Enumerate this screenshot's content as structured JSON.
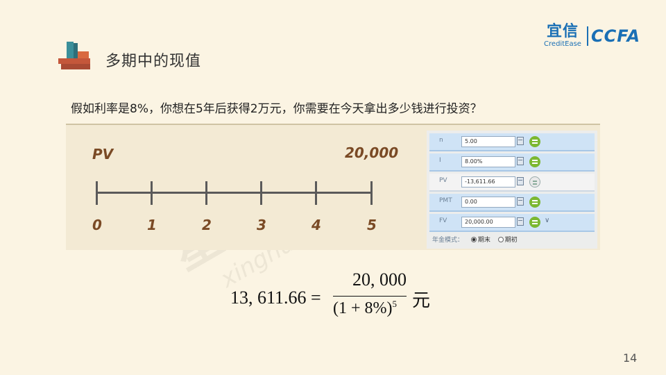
{
  "header": {
    "title": "多期中的现值",
    "logo_cn": "宜信",
    "logo_en": "CreditEase",
    "logo_ccfa": "CCFA"
  },
  "question": "假如利率是8%，你想在5年后获得2万元，你需要在今天拿出多少钱进行投资？",
  "timeline": {
    "pv_label": "PV",
    "fv_label": "20,000",
    "periods": [
      "0",
      "1",
      "2",
      "3",
      "4",
      "5"
    ]
  },
  "calculator": {
    "rows": [
      {
        "label": "n",
        "value": "5.00"
      },
      {
        "label": "I",
        "value": "8.00%"
      },
      {
        "label": "PV",
        "value": "-13,611.66"
      },
      {
        "label": "PMT",
        "value": "0.00"
      },
      {
        "label": "FV",
        "value": "20,000.00"
      }
    ],
    "mode_label": "年金模式：",
    "mode_options": [
      "期末",
      "期初"
    ],
    "mode_selected": "期末"
  },
  "formula": {
    "left": "13, 611.66 =",
    "numerator": "20, 000",
    "denominator": "(1 + 8%)",
    "exponent": "5",
    "unit": "元"
  },
  "page_number": "14",
  "watermark": {
    "text_cn": "星火金服",
    "text_en": "xinghuo.yixin.com"
  },
  "colors": {
    "accent": "#7a4a25",
    "brand_blue": "#1a6fb5",
    "background": "#fbf4e3"
  }
}
